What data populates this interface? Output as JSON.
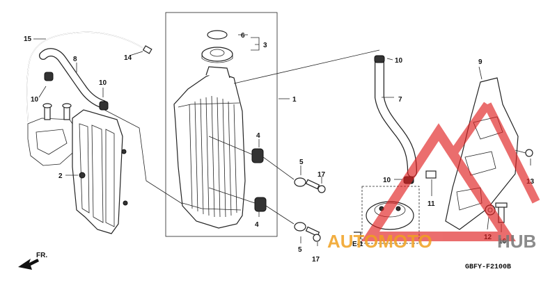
{
  "diagram_code": "GBFY-F2100B",
  "front_marker": "FR.",
  "ref_marker": "E-1",
  "watermark": {
    "text_orange": "AUTOMOTO",
    "text_gray": "HUB",
    "color_orange": "#f0a020",
    "color_gray": "#777777",
    "triangle_color": "#e02020"
  },
  "part_numbers": {
    "p1": "1",
    "p2": "2",
    "p3": "3",
    "p4a": "4",
    "p4b": "4",
    "p5a": "5",
    "p5b": "5",
    "p6": "6",
    "p7": "7",
    "p8": "8",
    "p9": "9",
    "p10a": "10",
    "p10b": "10",
    "p10c": "10",
    "p10d": "10",
    "p11": "11",
    "p12": "12",
    "p13": "13",
    "p14": "14",
    "p15": "15",
    "p16": "16",
    "p17a": "17",
    "p17b": "17"
  }
}
